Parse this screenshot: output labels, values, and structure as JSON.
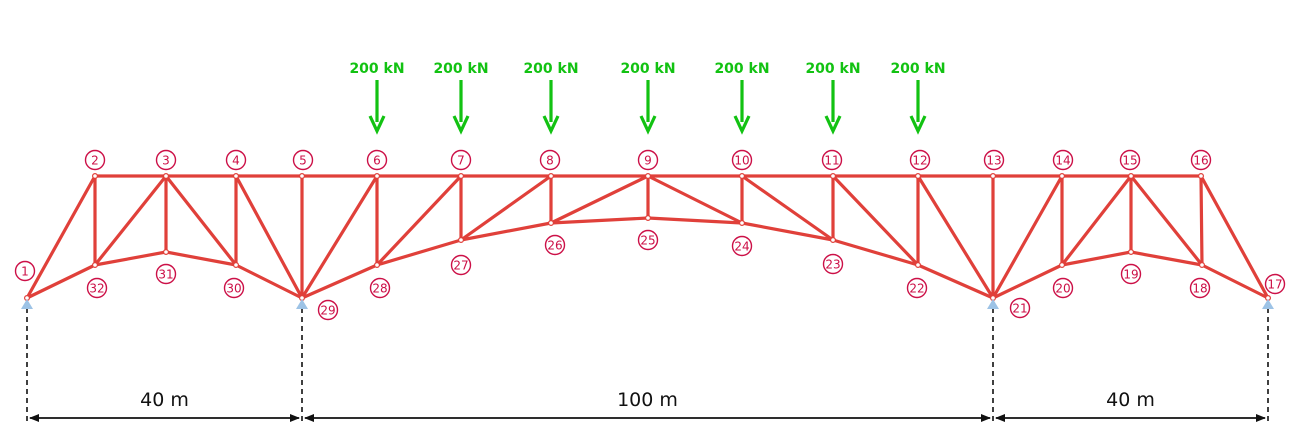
{
  "colors": {
    "member": "#e0403a",
    "node_label": "#cc1047",
    "load": "#12c212",
    "support": "#9dc3e6",
    "dimension": "#111111"
  },
  "nodes": [
    {
      "id": "1"
    },
    {
      "id": "2"
    },
    {
      "id": "3"
    },
    {
      "id": "4"
    },
    {
      "id": "5"
    },
    {
      "id": "6"
    },
    {
      "id": "7"
    },
    {
      "id": "8"
    },
    {
      "id": "9"
    },
    {
      "id": "10"
    },
    {
      "id": "11"
    },
    {
      "id": "12"
    },
    {
      "id": "13"
    },
    {
      "id": "14"
    },
    {
      "id": "15"
    },
    {
      "id": "16"
    },
    {
      "id": "17"
    },
    {
      "id": "18"
    },
    {
      "id": "19"
    },
    {
      "id": "20"
    },
    {
      "id": "21"
    },
    {
      "id": "22"
    },
    {
      "id": "23"
    },
    {
      "id": "24"
    },
    {
      "id": "25"
    },
    {
      "id": "26"
    },
    {
      "id": "27"
    },
    {
      "id": "28"
    },
    {
      "id": "29"
    },
    {
      "id": "30"
    },
    {
      "id": "31"
    },
    {
      "id": "32"
    }
  ],
  "members": [
    [
      "2",
      "16"
    ],
    [
      "1",
      "32"
    ],
    [
      "32",
      "31"
    ],
    [
      "31",
      "30"
    ],
    [
      "30",
      "29"
    ],
    [
      "29",
      "28"
    ],
    [
      "28",
      "27"
    ],
    [
      "27",
      "26"
    ],
    [
      "26",
      "25"
    ],
    [
      "25",
      "24"
    ],
    [
      "24",
      "23"
    ],
    [
      "23",
      "22"
    ],
    [
      "22",
      "21"
    ],
    [
      "21",
      "20"
    ],
    [
      "20",
      "19"
    ],
    [
      "19",
      "18"
    ],
    [
      "18",
      "17"
    ],
    [
      "1",
      "2"
    ],
    [
      "2",
      "32"
    ],
    [
      "32",
      "3"
    ],
    [
      "3",
      "31"
    ],
    [
      "3",
      "30"
    ],
    [
      "4",
      "30"
    ],
    [
      "4",
      "29"
    ],
    [
      "5",
      "29"
    ],
    [
      "29",
      "6"
    ],
    [
      "6",
      "28"
    ],
    [
      "28",
      "7"
    ],
    [
      "7",
      "27"
    ],
    [
      "27",
      "8"
    ],
    [
      "8",
      "26"
    ],
    [
      "26",
      "9"
    ],
    [
      "9",
      "25"
    ],
    [
      "9",
      "24"
    ],
    [
      "10",
      "24"
    ],
    [
      "10",
      "23"
    ],
    [
      "11",
      "23"
    ],
    [
      "11",
      "22"
    ],
    [
      "12",
      "22"
    ],
    [
      "12",
      "21"
    ],
    [
      "13",
      "21"
    ],
    [
      "21",
      "14"
    ],
    [
      "14",
      "20"
    ],
    [
      "15",
      "20"
    ],
    [
      "15",
      "19"
    ],
    [
      "15",
      "18"
    ],
    [
      "16",
      "18"
    ],
    [
      "16",
      "17"
    ]
  ],
  "loads": [
    {
      "node": "6",
      "label": "200 kN"
    },
    {
      "node": "7",
      "label": "200 kN"
    },
    {
      "node": "8",
      "label": "200 kN"
    },
    {
      "node": "9",
      "label": "200 kN"
    },
    {
      "node": "10",
      "label": "200 kN"
    },
    {
      "node": "11",
      "label": "200 kN"
    },
    {
      "node": "12",
      "label": "200 kN"
    }
  ],
  "supports": [
    {
      "node": "1"
    },
    {
      "node": "29"
    },
    {
      "node": "21"
    },
    {
      "node": "17"
    }
  ],
  "spans": [
    {
      "label": "40 m",
      "from": "1",
      "to": "29"
    },
    {
      "label": "100 m",
      "from": "29",
      "to": "21"
    },
    {
      "label": "40 m",
      "from": "21",
      "to": "17"
    }
  ]
}
